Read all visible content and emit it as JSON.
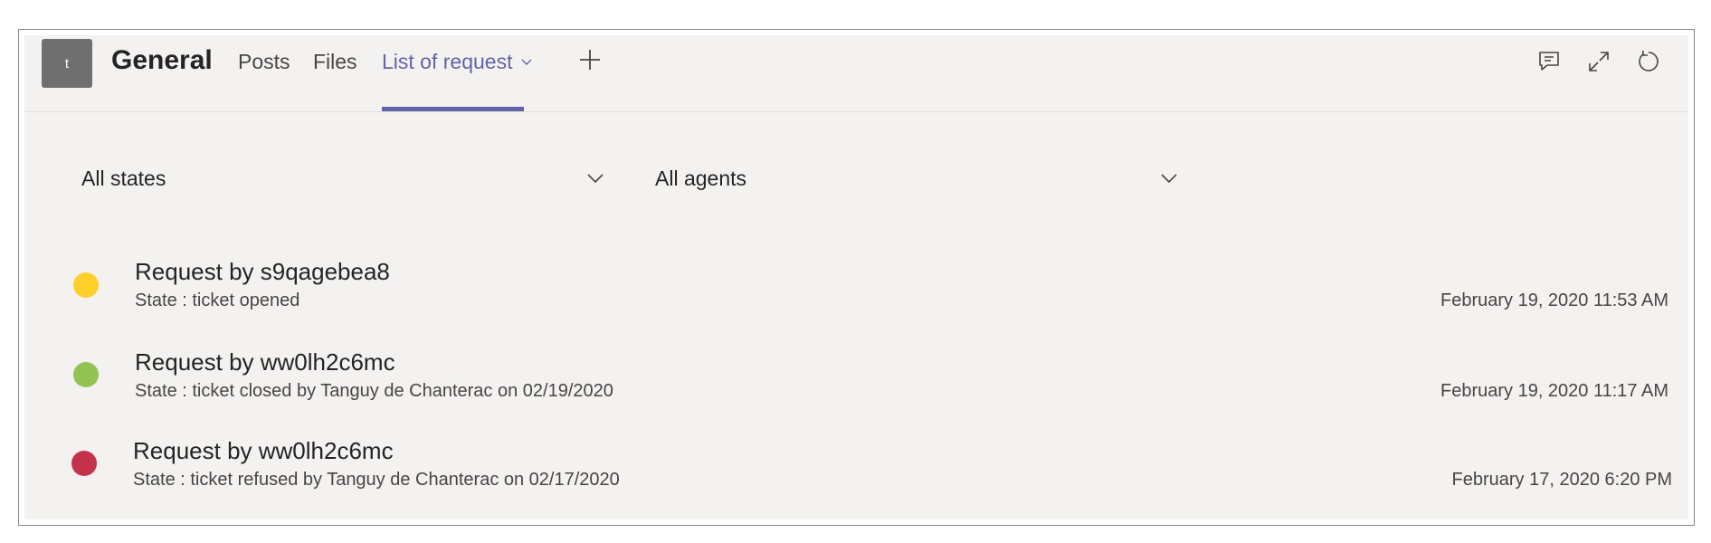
{
  "header": {
    "team_initial": "t",
    "channel_name": "General",
    "tabs": [
      {
        "label": "Posts"
      },
      {
        "label": "Files"
      },
      {
        "label": "List of request"
      }
    ],
    "icons": [
      "chat-icon",
      "expand-icon",
      "reload-icon",
      "add-tab-icon"
    ]
  },
  "filters": {
    "states": {
      "value": "All states"
    },
    "agents": {
      "value": "All agents"
    }
  },
  "requests": [
    {
      "title": "Request by s9qagebea8",
      "state": "State : ticket opened",
      "date": "February 19, 2020 11:53 AM",
      "status_color": "#ffd02a"
    },
    {
      "title": "Request by ww0lh2c6mc",
      "state": "State : ticket closed by Tanguy de Chanterac on 02/19/2020",
      "date": "February 19, 2020 11:17 AM",
      "status_color": "#92c353"
    },
    {
      "title": "Request by ww0lh2c6mc",
      "state": "State : ticket refused by Tanguy de Chanterac on 02/17/2020",
      "date": "February 17, 2020 6:20 PM",
      "status_color": "#c4314b"
    }
  ],
  "colors": {
    "accent": "#6264a7",
    "background": "#f3f2f1",
    "opened": "#ffd02a",
    "closed": "#92c353",
    "refused": "#c4314b"
  }
}
